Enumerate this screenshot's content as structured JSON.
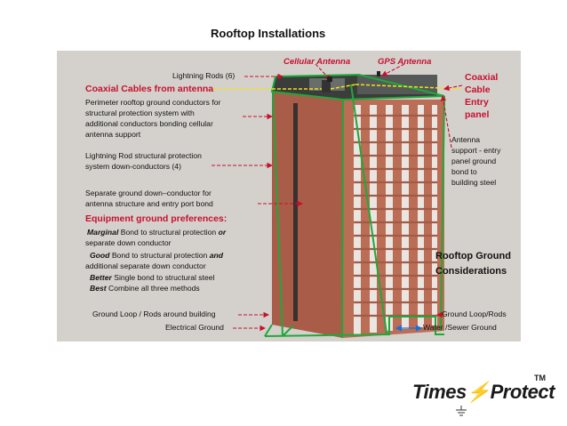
{
  "title": "Rooftop Installations",
  "labels": {
    "cellular_antenna": "Cellular Antenna",
    "gps_antenna": "GPS Antenna",
    "lightning_rods": "Lightning Rods (6)",
    "coaxial_cables": "Coaxial Cables from antenna",
    "perimeter": [
      "Perimeter rooftop ground conductors for",
      "structural protection system with",
      "additional  conductors bonding cellular",
      "antenna support"
    ],
    "down_conductors": [
      "Lightning Rod structural protection",
      "system down-conductors (4)"
    ],
    "separate_ground": [
      "Separate ground down–conductor for",
      "antenna structure and entry port bond"
    ],
    "equipment_heading": "Equipment ground preferences:",
    "marginal_key": "Marginal",
    "marginal_text": " Bond to structural protection ",
    "marginal_or": "or",
    "marginal_text2": "separate down conductor",
    "good_key": "Good",
    "good_text": " Bond to structural protection ",
    "good_and": "and",
    "good_text2": "additional separate down conductor",
    "better_key": "Better",
    "better_text": " Single bond to structural steel",
    "best_key": "Best",
    "best_text": " Combine all three methods",
    "ground_loop_left": "Ground Loop / Rods around building",
    "electrical_ground": "Electrical Ground",
    "coaxial_entry": [
      "Coaxial",
      "Cable",
      "Entry",
      "panel"
    ],
    "antenna_support": [
      "Antenna",
      "support - entry",
      "panel ground",
      "bond to",
      "building steel"
    ],
    "rooftop_ground": [
      "Rooftop Ground",
      "Considerations"
    ],
    "ground_loop_right": "Ground Loop/Rods",
    "water_sewer": "Water /Sewer Ground"
  },
  "logo": {
    "text": "Times",
    "text2": "Protect",
    "tm": "TM"
  },
  "colors": {
    "red": "#c8102e",
    "green": "#1fa83a",
    "yellow": "#f2e21a",
    "blue": "#1f6fd0",
    "brick": "#b8654e"
  }
}
